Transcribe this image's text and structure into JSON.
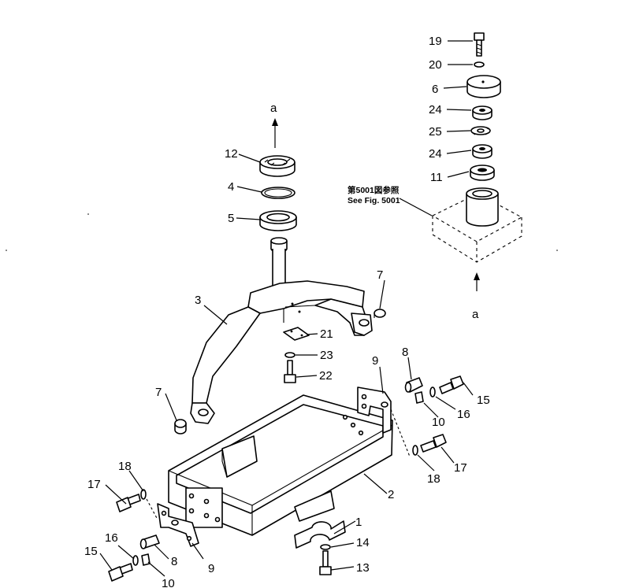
{
  "reference_note": {
    "line1": "第5001図参照",
    "line2": "See Fig. 5001"
  },
  "view_markers": {
    "top": "a",
    "bottom": "a"
  },
  "callouts": {
    "c1": "1",
    "c2": "2",
    "c3": "3",
    "c4": "4",
    "c5": "5",
    "c6": "6",
    "c7a": "7",
    "c7b": "7",
    "c8a": "8",
    "c8b": "8",
    "c9a": "9",
    "c9b": "9",
    "c10a": "10",
    "c10b": "10",
    "c11": "11",
    "c12": "12",
    "c13": "13",
    "c14": "14",
    "c15a": "15",
    "c15b": "15",
    "c16a": "16",
    "c16b": "16",
    "c17a": "17",
    "c17b": "17",
    "c18a": "18",
    "c18b": "18",
    "c19": "19",
    "c20": "20",
    "c21": "21",
    "c22": "22",
    "c23": "23",
    "c24a": "24",
    "c24b": "24",
    "c25": "25"
  }
}
